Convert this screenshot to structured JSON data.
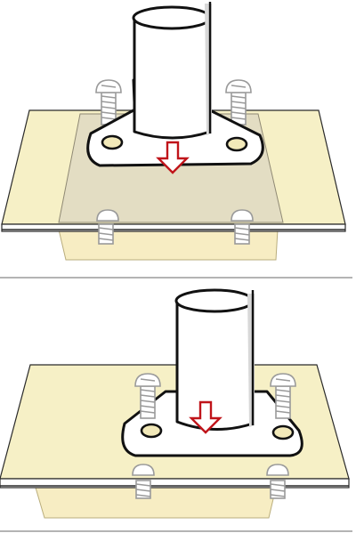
{
  "colors": {
    "panel": "#f6f0c6",
    "panel_edge": "#2a2a2a",
    "under_shadow": "#f7edc3",
    "pad": "#e3dcc3",
    "metal": "#ffffff",
    "outline": "#111111",
    "screw_fill": "#ffffff",
    "screw_shade": "#9a9a9a",
    "arrow_fill": "#ffffff",
    "arrow_stroke": "#c0141a",
    "divider": "#9b9b9b"
  },
  "panels": [
    {
      "id": "top",
      "state": "flange-above-pad"
    },
    {
      "id": "bottom",
      "state": "flange-mounted"
    }
  ],
  "icons": {
    "arrow": "arrow-down-icon",
    "screw": "screw-icon"
  }
}
